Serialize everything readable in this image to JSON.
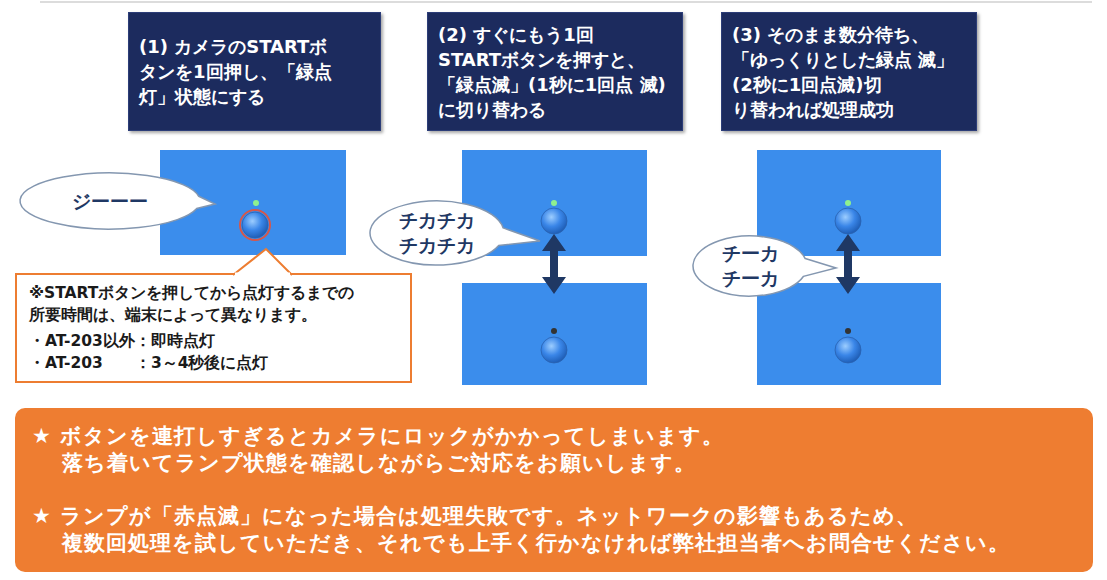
{
  "diagram": {
    "nodes": [
      {
        "text": [
          "(1) カメラのSTARTボ タンを1回押し、「緑点 灯」状態にする"
        ]
      },
      {
        "text": [
          "(2) すぐにもう1回 STARTボタンを押すと、 「緑点滅」(1秒に1回点 滅)に切り替わる"
        ]
      },
      {
        "text": [
          "(3) そのまま数分待ち、 「ゆっくりとした緑点 滅」(2秒に1回点滅)切 り替われば処理成功"
        ]
      },
      {
        "text": [
          "ジーーー"
        ]
      },
      {
        "text": [
          "チカチカ チカチカ"
        ]
      },
      {
        "text": [
          "チーカ チーカ"
        ]
      },
      {
        "text": [
          "※STARTボタンを押してから点灯するまでの 所要時間は、端末によって異なります。",
          "・AT-203以外：即時点灯",
          "・AT-203　　：3～4秒後に点灯"
        ]
      },
      {
        "text": [
          "★ ボタンを連打しすぎるとカメラにロックがかかってしまいます。 落ち着いてランプ状態を確認しながらご対応をお願いします。",
          "★ ランプが「赤点滅」になった場合は処理失敗です。ネットワークの影響もあるため、 複数回処理を試していただき、それでも上手く行かなければ弊社担当者へお問合せください。"
        ]
      }
    ]
  }
}
